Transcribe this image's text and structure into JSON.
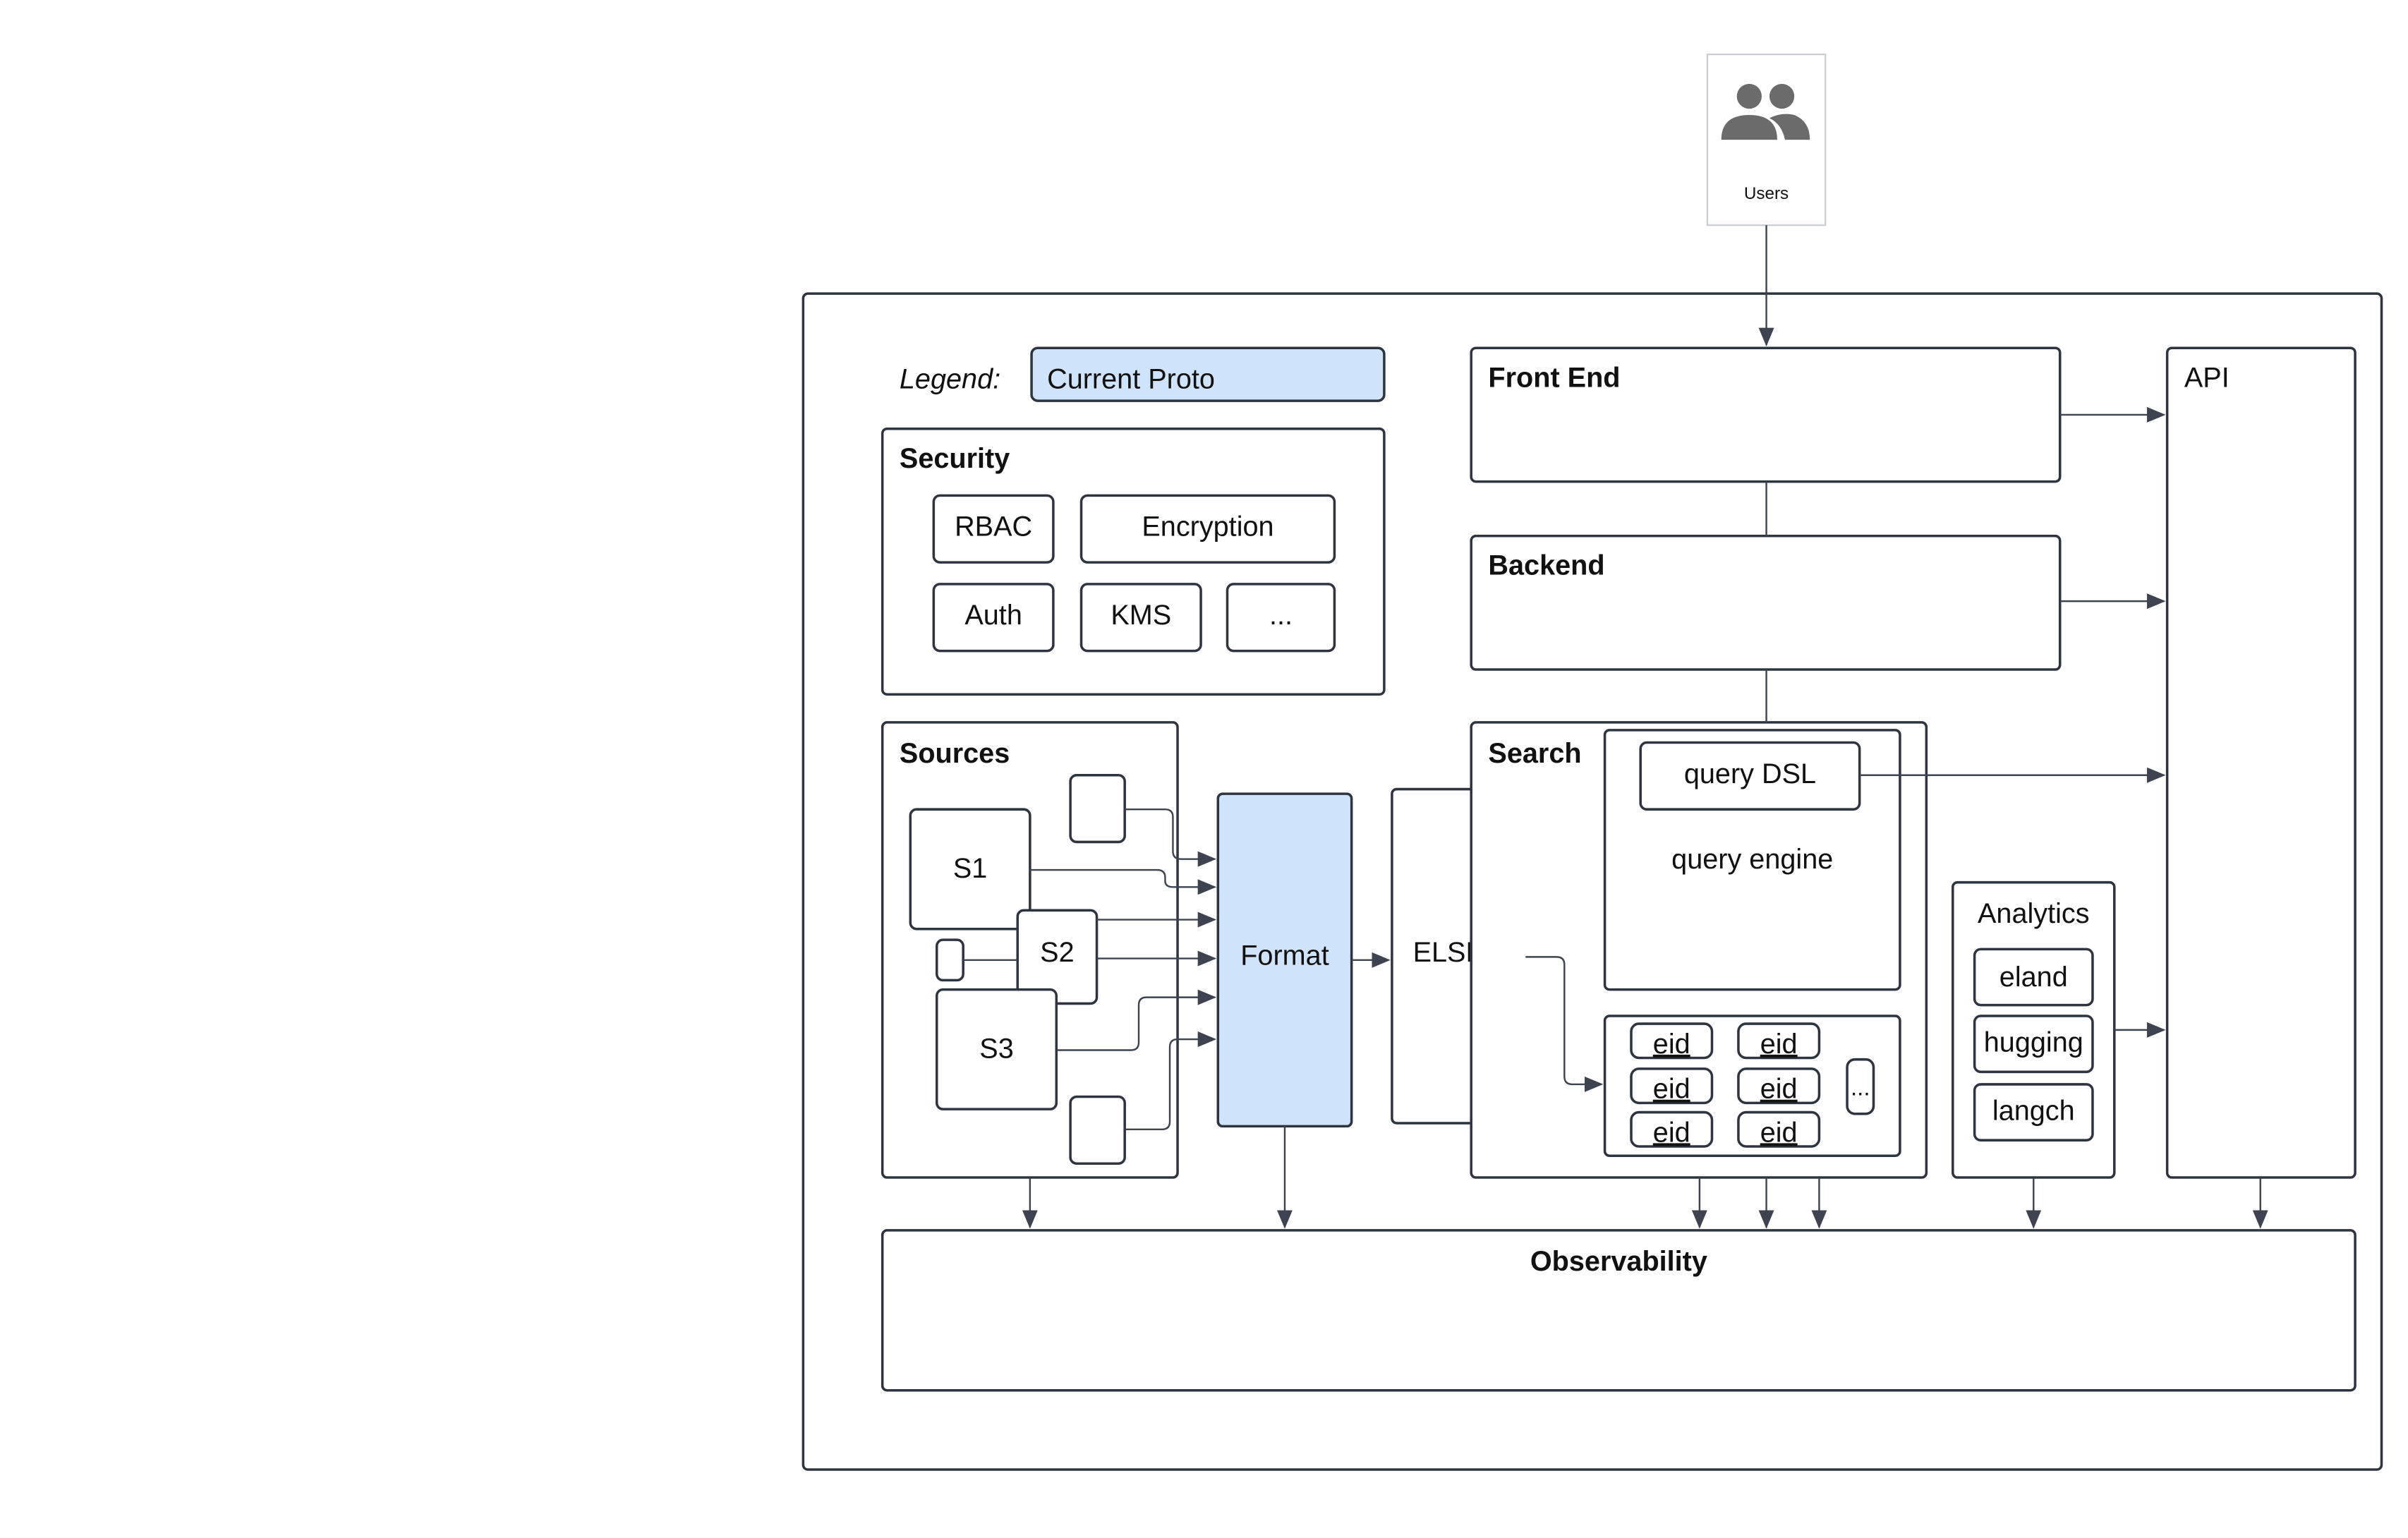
{
  "users": {
    "label": "Users",
    "icon": "users-icon"
  },
  "legend": {
    "label": "Legend:",
    "current_proto": "Current Proto",
    "proto_color": "#cfe3fb"
  },
  "front_end": {
    "title": "Front End"
  },
  "backend": {
    "title": "Backend"
  },
  "api": {
    "title": "API"
  },
  "security": {
    "title": "Security",
    "items": [
      "RBAC",
      "Encryption",
      "Auth",
      "KMS",
      "..."
    ]
  },
  "sources": {
    "title": "Sources",
    "items": [
      "S1",
      "S2",
      "S3"
    ]
  },
  "format": {
    "label": "Format"
  },
  "elser": {
    "label": "ELSER"
  },
  "search": {
    "title": "Search",
    "query_dsl": "query DSL",
    "query_engine": "query engine",
    "eids": [
      "eid",
      "eid",
      "eid",
      "eid",
      "eid",
      "eid"
    ],
    "more": "..."
  },
  "analytics": {
    "title": "Analytics",
    "items": [
      "eland",
      "hugging",
      "langch"
    ]
  },
  "observability": {
    "title": "Observability"
  }
}
